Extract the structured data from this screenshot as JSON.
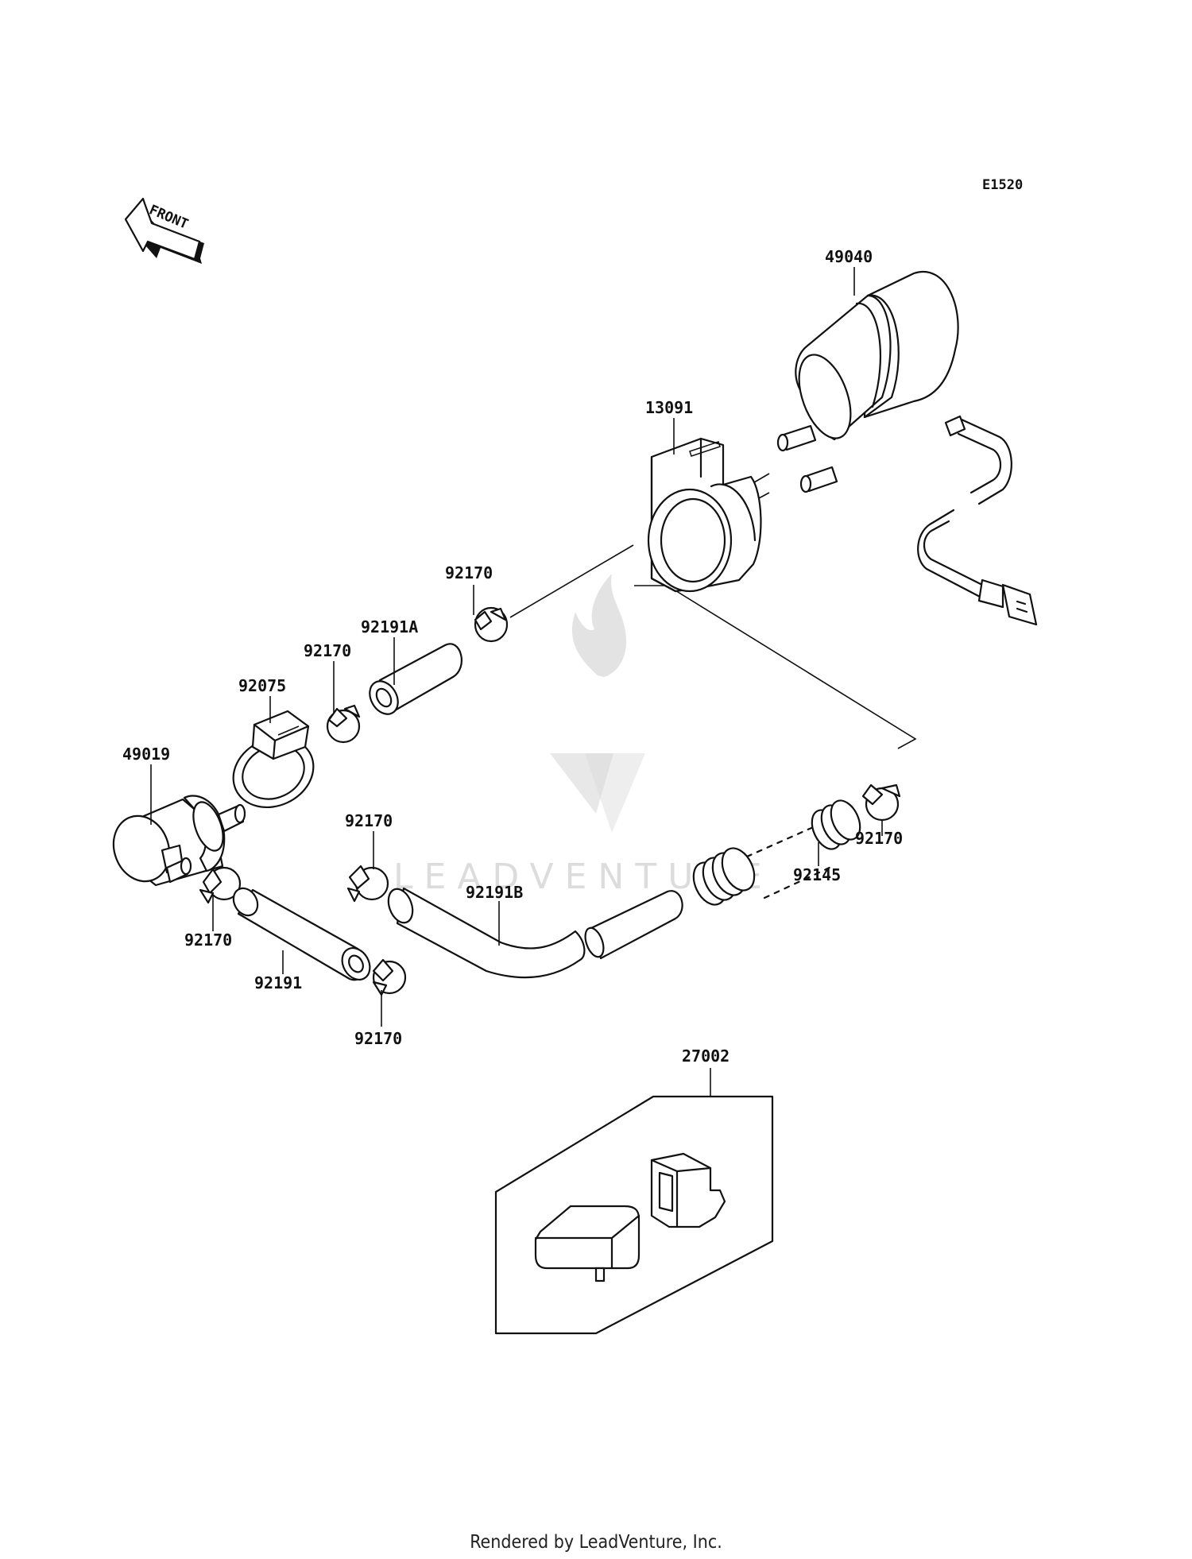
{
  "diagram_code": "E1520",
  "front_label": "FRONT",
  "watermark_text": "LEADVENTURE",
  "footer_text": "Rendered by LeadVenture, Inc.",
  "parts": {
    "p49040": "49040",
    "p13091": "13091",
    "p92170_a": "92170",
    "p92191A": "92191A",
    "p92170_b": "92170",
    "p92075": "92075",
    "p49019": "49019",
    "p92170_c": "92170",
    "p92170_d": "92170",
    "p92191B": "92191B",
    "p92145": "92145",
    "p92170_e": "92170",
    "p92191": "92191",
    "p92170_f": "92170",
    "p27002": "27002"
  }
}
